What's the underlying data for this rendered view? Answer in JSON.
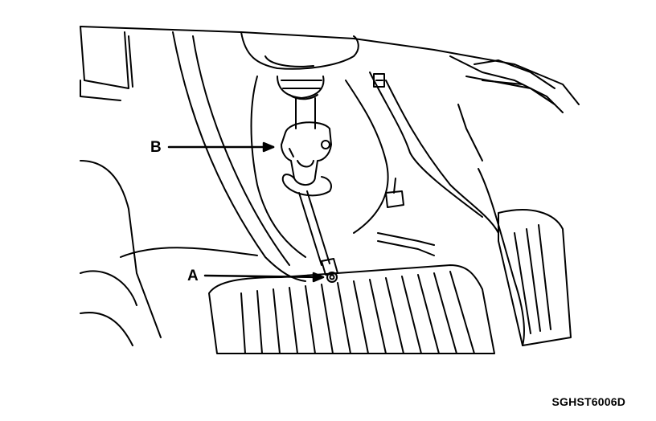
{
  "figure": {
    "callouts": {
      "b": "B",
      "a": "A"
    },
    "figure_code": "SGHST6006D"
  },
  "colors": {
    "line": "#000000",
    "background": "#ffffff"
  }
}
